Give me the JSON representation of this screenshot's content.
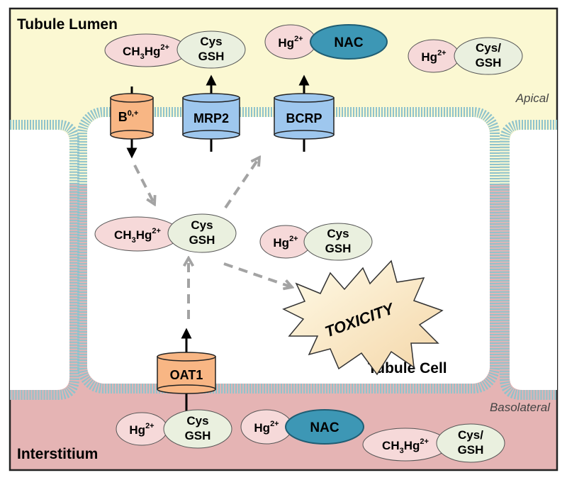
{
  "regions": {
    "lumen": "Tubule Lumen",
    "interstitium": "Interstitium",
    "cell": "Tubule Cell",
    "apical": "Apical",
    "basolateral": "Basolateral"
  },
  "transporters": {
    "b0": {
      "base": "B",
      "sup": "0,+"
    },
    "mrp2": "MRP2",
    "bcrp": "BCRP",
    "oat1": "OAT1"
  },
  "species": {
    "ch3": {
      "pre": "CH",
      "sub": "3",
      "mid": "Hg",
      "sup": "2+"
    },
    "hg": {
      "base": "Hg",
      "sup": "2+"
    },
    "nac": "NAC",
    "cys": "Cys",
    "gsh": "GSH",
    "cys_slash": "Cys/",
    "gsh2": "GSH"
  },
  "toxicity": "TOXICITY",
  "colors": {
    "lumen_bg": "#fbf8d2",
    "interstitium_bg": "#e5b4b4",
    "cell_bg": "#ffffff",
    "membrane": "#8fc3cc",
    "orange_transporter": "#f8b684",
    "blue_transporter": "#9ec7ee",
    "hg_ellipse": "#f6d9d9",
    "ligand_ellipse": "#eaf0df",
    "nac_ellipse": "#3d97b5",
    "dashed_arrow": "#a3a3a3"
  }
}
